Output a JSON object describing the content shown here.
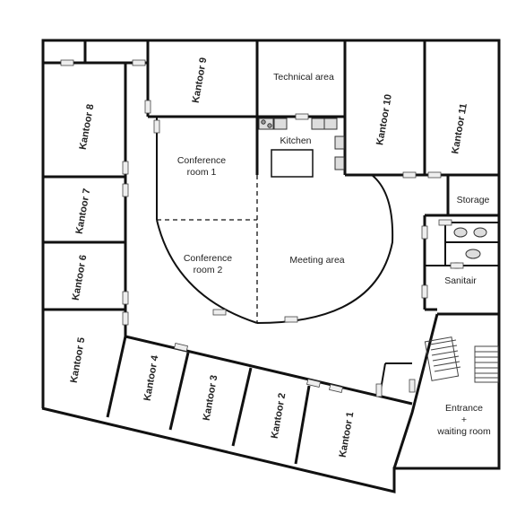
{
  "rooms": {
    "kantoor1": "Kantoor 1",
    "kantoor2": "Kantoor 2",
    "kantoor3": "Kantoor 3",
    "kantoor4": "Kantoor 4",
    "kantoor5": "Kantoor 5",
    "kantoor6": "Kantoor 6",
    "kantoor7": "Kantoor 7",
    "kantoor8": "Kantoor 8",
    "kantoor9": "Kantoor 9",
    "kantoor10": "Kantoor 10",
    "kantoor11": "Kantoor 11",
    "technical": "Technical area",
    "kitchen": "Kitchen",
    "conference1_line1": "Conference",
    "conference1_line2": "room 1",
    "conference2_line1": "Conference",
    "conference2_line2": "room 2",
    "meeting": "Meeting area",
    "storage": "Storage",
    "sanitair": "Sanitair",
    "entrance_line1": "Entrance",
    "entrance_line2": "+",
    "entrance_line3": "waiting room"
  },
  "icons": [
    "door-marker-icon",
    "stove-icon",
    "sink-icon",
    "toilet-icon",
    "staircase-icon",
    "kitchen-table-icon"
  ]
}
